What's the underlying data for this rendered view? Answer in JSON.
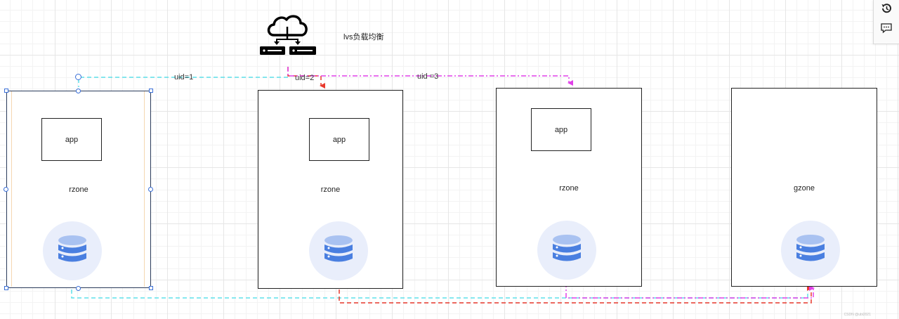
{
  "load_balancer": {
    "label": "lvs负载均衡",
    "icon": "cloud-server-icon"
  },
  "zones": [
    {
      "id": "zone-1",
      "label": "rzone",
      "app_label": "app",
      "has_app": true,
      "selected": true
    },
    {
      "id": "zone-2",
      "label": "rzone",
      "app_label": "app",
      "has_app": true,
      "selected": false
    },
    {
      "id": "zone-3",
      "label": "rzone",
      "app_label": "app",
      "has_app": true,
      "selected": false
    },
    {
      "id": "zone-4",
      "label": "gzone",
      "app_label": "",
      "has_app": false,
      "selected": false
    }
  ],
  "edges": [
    {
      "label": "uid=1",
      "color": "#5ee0ea",
      "style": "dashed",
      "from": "lvs",
      "to": "zone-1"
    },
    {
      "label": "uid=2",
      "color": "#e8392d",
      "style": "dashed",
      "from": "lvs",
      "to": "zone-2"
    },
    {
      "label": "uid =3",
      "color": "#e040e8",
      "style": "dash-dot",
      "from": "lvs",
      "to": "zone-3"
    },
    {
      "label": "",
      "color": "#5ee0ea",
      "style": "dashed",
      "from": "zone-1",
      "to": "zone-4"
    },
    {
      "label": "",
      "color": "#e8392d",
      "style": "dashed",
      "from": "zone-2",
      "to": "zone-4"
    },
    {
      "label": "",
      "color": "#e040e8",
      "style": "dash-dot",
      "from": "zone-3",
      "to": "zone-4"
    }
  ],
  "colors": {
    "border": "#222222",
    "db_circle": "#e9eefb",
    "db_icon": "#4a7fe0",
    "db_icon_light": "#a9c2f1",
    "selection": "#3a6fd8",
    "zone1_inner": "#f5d7b0"
  },
  "toolbar": {
    "items": [
      {
        "name": "history-icon"
      },
      {
        "name": "comment-icon"
      }
    ]
  },
  "watermark": "CSDN @ubi2021"
}
